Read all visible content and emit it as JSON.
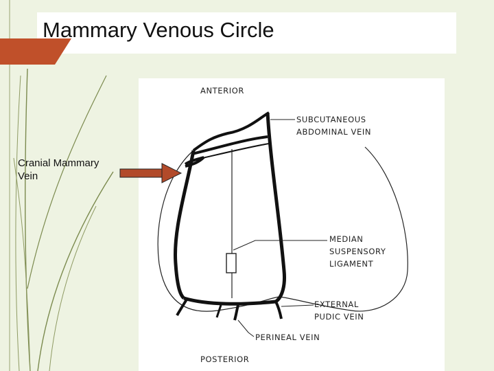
{
  "slide": {
    "title": "Mammary Venous Circle",
    "callout_label": "Cranial Mammary Vein",
    "callout_arrow_color": "#b24a2a"
  },
  "theme": {
    "background": "#eef3e2",
    "accent": "#c0502a",
    "decor_line": "#7b8a4e"
  },
  "diagram": {
    "labels": {
      "anterior": "ANTERIOR",
      "subcutaneous_1": "SUBCUTANEOUS",
      "subcutaneous_2": "ABDOMINAL VEIN",
      "median_1": "MEDIAN",
      "median_2": "SUSPENSORY",
      "median_3": "LIGAMENT",
      "external_1": "EXTERNAL",
      "external_2": "PUDIC VEIN",
      "perineal": "PERINEAL VEIN",
      "posterior": "POSTERIOR"
    }
  }
}
